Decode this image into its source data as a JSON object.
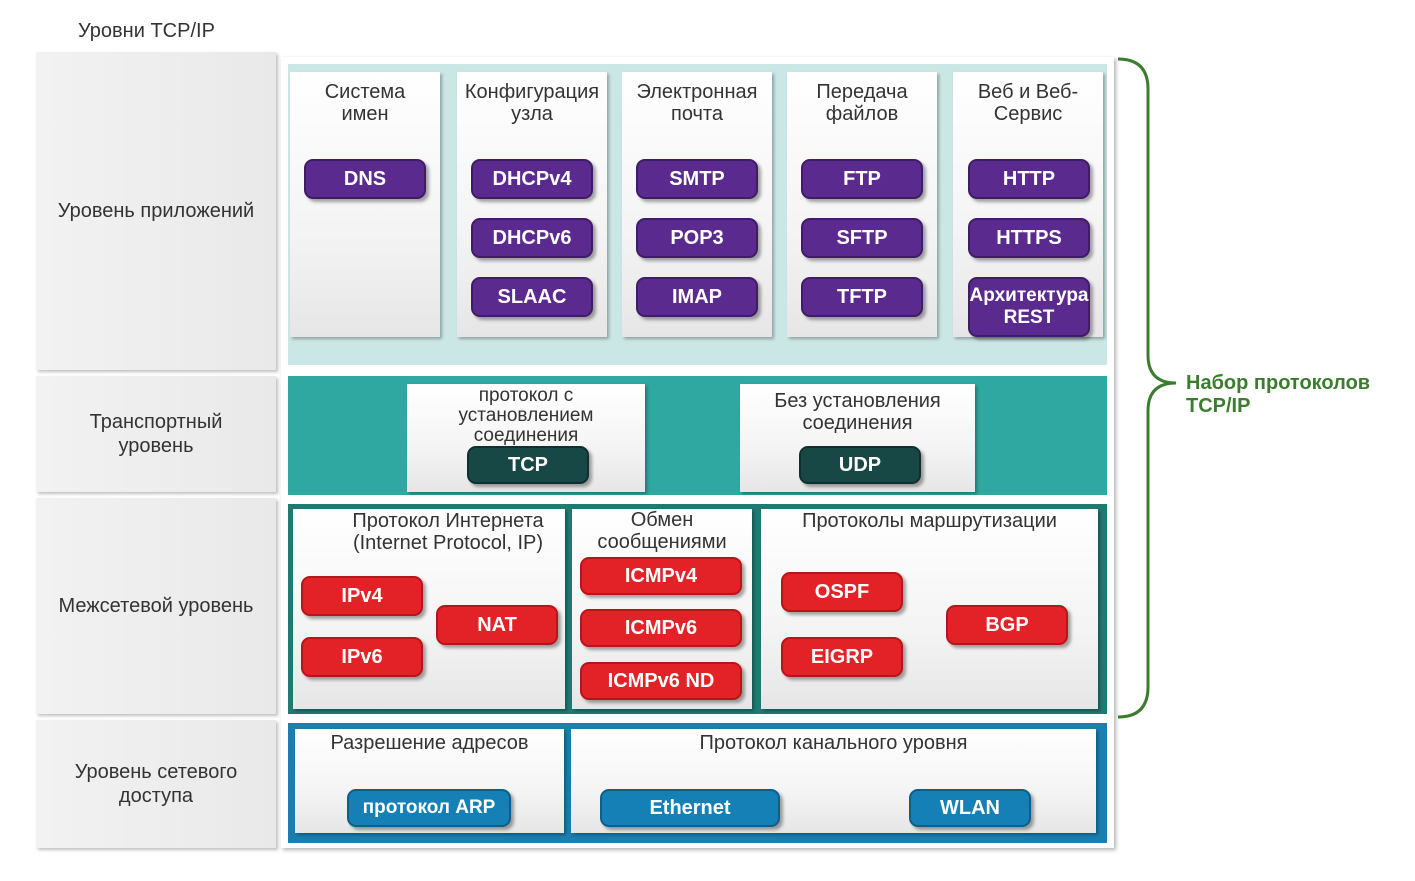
{
  "title": "Уровни TCP/IP",
  "suite_label": "Набор протоколов TCP/IP",
  "colors": {
    "application": "#5b2a8e",
    "transport": "#184845",
    "internet": "#e22226",
    "network_access": "#1480b5",
    "bracket": "#3b7d2f"
  },
  "layers": {
    "application": "Уровень приложений",
    "transport": "Транспортный уровень",
    "internet": "Межсетевой уровень",
    "network_access": "Уровень сетевого доступа"
  },
  "application": {
    "groups": [
      {
        "label": "Система имен",
        "protocols": [
          "DNS"
        ]
      },
      {
        "label": "Конфигурация узла",
        "protocols": [
          "DHCPv4",
          "DHCPv6",
          "SLAAC"
        ]
      },
      {
        "label": "Электронная почта",
        "protocols": [
          "SMTP",
          "POP3",
          "IMAP"
        ]
      },
      {
        "label": "Передача файлов",
        "protocols": [
          "FTP",
          "SFTP",
          "TFTP"
        ]
      },
      {
        "label": "Веб и Веб-Сервис",
        "protocols": [
          "HTTP",
          "HTTPS",
          "Архитектура REST"
        ]
      }
    ]
  },
  "transport": {
    "groups": [
      {
        "label": "протокол с установлением соединения",
        "protocols": [
          "TCP"
        ]
      },
      {
        "label": "Без установления соединения",
        "protocols": [
          "UDP"
        ]
      }
    ]
  },
  "internet": {
    "groups": [
      {
        "label": "Протокол Интернета (Internet Protocol, IP)",
        "protocols": [
          "IPv4",
          "IPv6",
          "NAT"
        ]
      },
      {
        "label": "Обмен сообщениями",
        "protocols": [
          "ICMPv4",
          "ICMPv6",
          "ICMPv6 ND"
        ]
      },
      {
        "label": "Протоколы маршрутизации",
        "protocols": [
          "OSPF",
          "EIGRP",
          "BGP"
        ]
      }
    ]
  },
  "network_access": {
    "groups": [
      {
        "label": "Разрешение адресов",
        "protocols": [
          "протокол ARP"
        ]
      },
      {
        "label": "Протокол канального уровня",
        "protocols": [
          "Ethernet",
          "WLAN"
        ]
      }
    ]
  }
}
